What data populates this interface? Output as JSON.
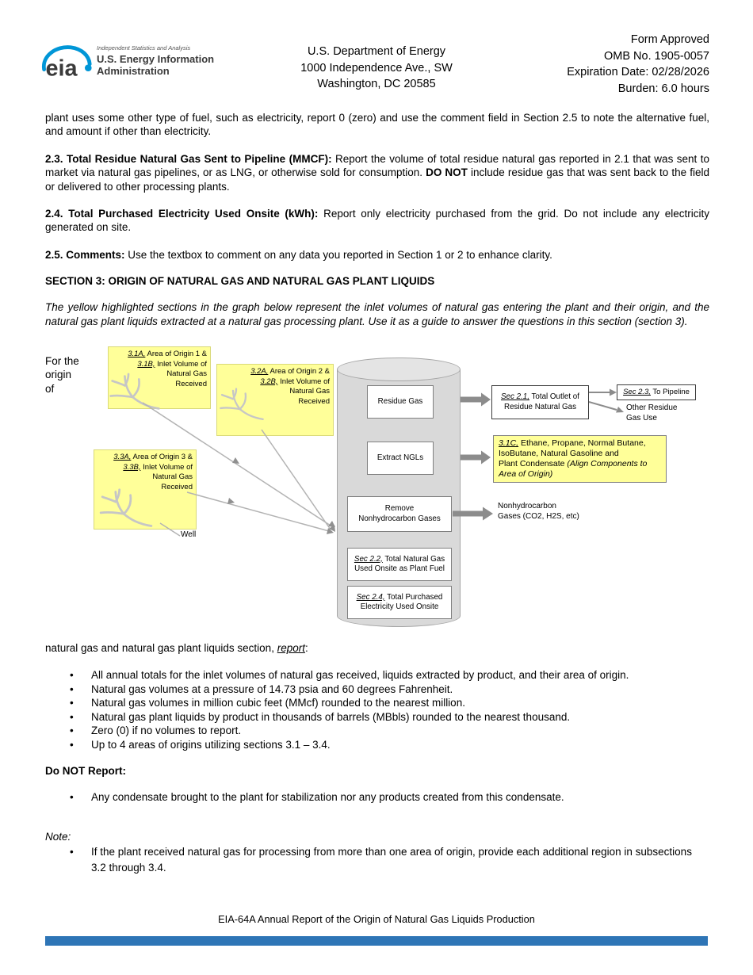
{
  "header": {
    "logo": {
      "wordmark": "eia",
      "tagline": "Independent Statistics and Analysis",
      "org_line1": "U.S. Energy Information",
      "org_line2": "Administration"
    },
    "agency": {
      "line1": "U.S. Department of Energy",
      "line2": "1000 Independence Ave., SW",
      "line3": "Washington, DC 20585"
    },
    "approval": {
      "line1": "Form Approved",
      "line2": "OMB No. 1905-0057",
      "line3": "Expiration Date:  02/28/2026",
      "line4": "Burden:  6.0 hours"
    }
  },
  "instructions": {
    "continuation": "plant uses some other type of fuel, such as electricity, report 0 (zero) and use the comment field in Section 2.5 to note the alternative fuel, and amount if other than electricity.",
    "sec23_label": "2.3. Total Residue Natural Gas Sent to Pipeline (MMCF):",
    "sec23_text1": "Report the volume of total residue natural gas reported in 2.1 that was sent to market via natural gas pipelines, or as LNG, or otherwise sold for consumption.",
    "sec23_bold": "DO NOT",
    "sec23_text2": "include residue gas that was sent back to the field or delivered to other processing plants.",
    "sec24_label": "2.4. Total Purchased Electricity Used Onsite (kWh):",
    "sec24_text": "Report only electricity purchased from the grid.  Do not include any electricity generated on site.",
    "sec25_label": "2.5. Comments:",
    "sec25_text": "Use the textbox to comment on any data you reported in Section 1 or 2 to enhance clarity.",
    "section3_heading": "SECTION 3:  ORIGIN OF NATURAL GAS AND NATURAL GAS PLANT LIQUIDS",
    "section3_note": "The yellow highlighted sections in the graph below represent the inlet volumes of natural gas entering the plant and their origin, and the natural gas plant liquids extracted at a natural gas processing plant.  Use it as a guide to answer the questions in this section (section 3)."
  },
  "diagram": {
    "side_label": "For the origin of",
    "well_label": "Well",
    "origin_box_1": {
      "ref1": "3.1A,",
      "line1": " Area of Origin 1 &",
      "ref2": "3.1B,",
      "line2": " Inlet Volume of",
      "line3": "Natural Gas",
      "line4": "Received"
    },
    "origin_box_2": {
      "ref1": "3.2A,",
      "line1": " Area of Origin 2 &",
      "ref2": "3.2B,",
      "line2": " Inlet Volume of",
      "line3": "Natural Gas",
      "line4": "Received"
    },
    "origin_box_3": {
      "ref1": "3.3A,",
      "line1": " Area of Origin 3 &",
      "ref2": "3.3B,",
      "line2": " Inlet Volume of",
      "line3": "Natural Gas",
      "line4": "Received"
    },
    "plant": {
      "residue_gas": "Residue Gas",
      "extract_ngls": "Extract NGLs",
      "remove_line1": "Remove",
      "remove_line2": "Nonhydrocarbon Gases",
      "sec22_ref": "Sec 2.2,",
      "sec22_line1": " Total Natural Gas",
      "sec22_line2": "Used Onsite as Plant Fuel",
      "sec24_ref": "Sec 2.4,",
      "sec24_line1": " Total Purchased",
      "sec24_line2": "Electricity Used Onsite"
    },
    "outputs": {
      "sec21_ref": "Sec 2.1,",
      "sec21_line1": " Total Outlet of",
      "sec21_line2": "Residue Natural Gas",
      "sec23_ref": "Sec 2.3,",
      "sec23_text": " To Pipeline",
      "other_residue_line1": "Other Residue",
      "other_residue_line2": "Gas Use",
      "ngl_ref": "3.1C,",
      "ngl_line1": " Ethane, Propane, Normal Butane,",
      "ngl_line2": "IsoButane, Natural Gasoline and",
      "ngl_line3_normal": "Plant Condensate ",
      "ngl_line3_italic": "(Align Components to",
      "ngl_line4_italic": "Area of Origin)",
      "nonhydro_line1": "Nonhydrocarbon",
      "nonhydro_line2": "Gases (CO2, H2S, etc)"
    }
  },
  "report": {
    "intro_prefix": "natural gas and natural gas plant liquids section, ",
    "intro_emphasis": "report",
    "intro_suffix": ":",
    "bullets": [
      "All annual totals for the inlet volumes of natural gas received, liquids extracted by product, and their area of origin.",
      "Natural gas volumes at a pressure of 14.73 psia and 60 degrees Fahrenheit.",
      "Natural gas volumes in million cubic feet (MMcf) rounded to the nearest million.",
      "Natural gas plant liquids by product in thousands of barrels (MBbls) rounded to the nearest thousand.",
      "Zero (0) if no volumes to report.",
      "Up to 4 areas of origins utilizing sections 3.1 – 3.4."
    ],
    "do_not_heading": "Do NOT Report:",
    "do_not_bullet": "Any condensate brought to the plant for stabilization nor any products created from this condensate.",
    "note_heading": "Note:",
    "note_bullet": "If the plant received natural gas for processing from more than one area of origin, provide each additional region in subsections 3.2 through 3.4."
  },
  "footer": {
    "title": "EIA-64A Annual Report of the Origin of Natural Gas Liquids Production"
  },
  "colors": {
    "highlight_yellow": "#ffff99",
    "cylinder_gray": "#d9d9d9",
    "arrow_gray": "#8c8c8c",
    "page_bar_blue": "#2e75b6",
    "logo_blue": "#0096d7"
  }
}
